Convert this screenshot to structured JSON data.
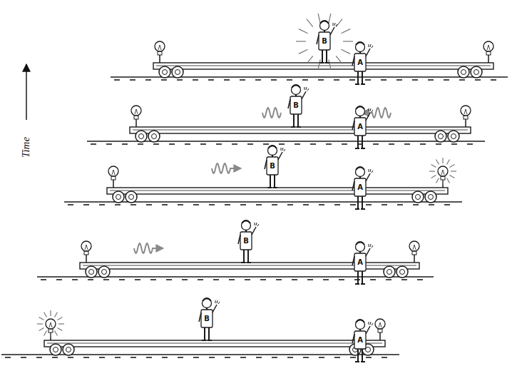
{
  "diagram": {
    "labels": [
      "Time",
      "B",
      "A",
      "B",
      "A",
      "B",
      "A",
      "B",
      "A",
      "B",
      "A"
    ]
  }
}
